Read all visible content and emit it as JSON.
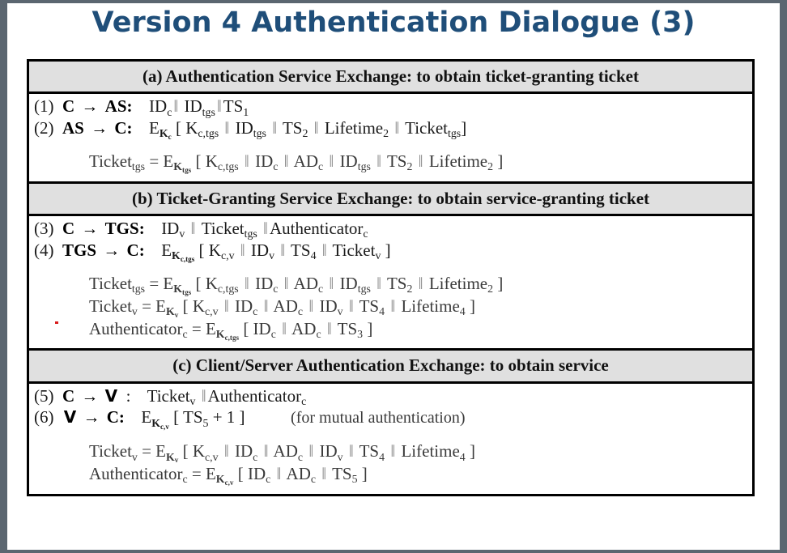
{
  "slide": {
    "title": "Version 4 Authentication Dialogue (3)",
    "title_color": "#1f4e79",
    "frame_color": "#5b6670",
    "header_bg": "#e0e0e0",
    "border_color": "#000000"
  },
  "sections": [
    {
      "id": "a",
      "header": "(a) Authentication Service Exchange: to obtain ticket-granting ticket",
      "messages": [
        {
          "num": "(1)",
          "from": "C",
          "arrow": "→",
          "to": "AS:",
          "body_plain": "IDc || IDtgs || TS1"
        },
        {
          "num": "(2)",
          "from": "AS",
          "arrow": "→",
          "to": "C:",
          "body_plain": "EKc [ Kc,tgs || IDtgs || TS2 || Lifetime2 || Tickettgs]"
        }
      ],
      "definitions": [
        "Tickettgs = EKtgs [ Kc,tgs || IDc || ADc || IDtgs || TS2 || Lifetime2 ]"
      ]
    },
    {
      "id": "b",
      "header": "(b) Ticket-Granting Service Exchange: to obtain service-granting ticket",
      "messages": [
        {
          "num": "(3)",
          "from": "C",
          "arrow": "→",
          "to": "TGS:",
          "body_plain": "IDv || Tickettgs || Authenticatorc"
        },
        {
          "num": "(4)",
          "from": "TGS",
          "arrow": "→",
          "to": "C:",
          "body_plain": "EKc,tgs [ Kc,v || IDv || TS4 || Ticketv ]"
        }
      ],
      "definitions": [
        "Tickettgs = EKtgs [ Kc,tgs || IDc || ADc || IDtgs || TS2 || Lifetime2 ]",
        "Ticketv = EKv [ Kc,v || IDc || ADc || IDv || TS4 || Lifetime4 ]",
        "Authenticatorc = EKc,tgs [ IDc || ADc || TS3 ]"
      ]
    },
    {
      "id": "c",
      "header": "(c) Client/Server Authentication Exchange: to obtain service",
      "messages": [
        {
          "num": "(5)",
          "from": "C",
          "arrow": "→",
          "to": "V :",
          "body_plain": "Ticketv || Authenticatorc"
        },
        {
          "num": "(6)",
          "from": "V",
          "arrow": "→",
          "to": "C:",
          "body_plain": "EKc,v [ TS5 + 1 ]",
          "note": "(for mutual authentication)"
        }
      ],
      "definitions": [
        "Ticketv = EKv [ Kc,v || IDc || ADc || IDv || TS4 || Lifetime4 ]",
        "Authenticatorc = EKc,v [ IDc || ADc || TS5 ]"
      ]
    }
  ],
  "symbols": {
    "concat": "‖",
    "arrow": "→",
    "equals": "=",
    "lbracket": "[",
    "rbracket": "]"
  }
}
